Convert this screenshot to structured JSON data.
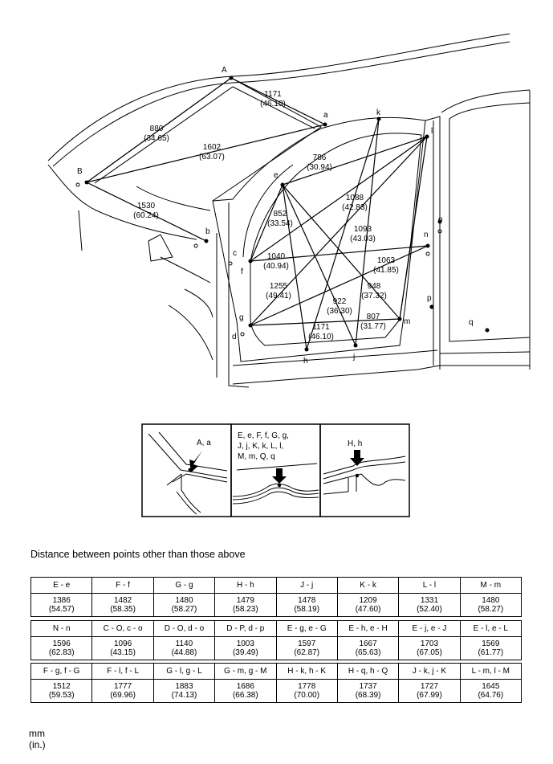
{
  "point_labels": {
    "A": "A",
    "a": "a",
    "B": "B",
    "b": "b",
    "c": "c",
    "d": "d",
    "e": "e",
    "f": "f",
    "g": "g",
    "h": "h",
    "j": "j",
    "k": "k",
    "l": "l",
    "m": "m",
    "n": "n",
    "o": "o",
    "p": "p",
    "q": "q"
  },
  "dimensions": [
    {
      "mm": "1171",
      "in": "(46.10)"
    },
    {
      "mm": "880",
      "in": "(34.65)"
    },
    {
      "mm": "1602",
      "in": "(63.07)"
    },
    {
      "mm": "1530",
      "in": "(60.24)"
    },
    {
      "mm": "786",
      "in": "(30.94)"
    },
    {
      "mm": "1088",
      "in": "(42.83)"
    },
    {
      "mm": "852",
      "in": "(33.54)"
    },
    {
      "mm": "1093",
      "in": "(43.03)"
    },
    {
      "mm": "1040",
      "in": "(40.94)"
    },
    {
      "mm": "1063",
      "in": "(41.85)"
    },
    {
      "mm": "1255",
      "in": "(49.41)"
    },
    {
      "mm": "948",
      "in": "(37.32)"
    },
    {
      "mm": "922",
      "in": "(36.30)"
    },
    {
      "mm": "807",
      "in": "(31.77)"
    },
    {
      "mm": "1171",
      "in": "(46.10)"
    }
  ],
  "detail_boxes": [
    {
      "label": "A, a"
    },
    {
      "label_lines": [
        "E, e, F, f, G, g,",
        "J, j, K, k, L, l,",
        "M, m, Q, q"
      ]
    },
    {
      "label": "H, h"
    }
  ],
  "subtitle": "Distance between points other than those above",
  "table_rows": [
    {
      "headers": [
        "E - e",
        "F - f",
        "G - g",
        "H - h",
        "J - j",
        "K - k",
        "L - l",
        "M - m"
      ],
      "mm": [
        "1386",
        "1482",
        "1480",
        "1479",
        "1478",
        "1209",
        "1331",
        "1480"
      ],
      "in": [
        "(54.57)",
        "(58.35)",
        "(58.27)",
        "(58.23)",
        "(58.19)",
        "(47.60)",
        "(52.40)",
        "(58.27)"
      ]
    },
    {
      "headers": [
        "N - n",
        "C - O, c - o",
        "D - O, d - o",
        "D - P, d - p",
        "E - g, e - G",
        "E - h, e - H",
        "E - j, e - J",
        "E - l, e - L"
      ],
      "mm": [
        "1596",
        "1096",
        "1140",
        "1003",
        "1597",
        "1667",
        "1703",
        "1569"
      ],
      "in": [
        "(62.83)",
        "(43.15)",
        "(44.88)",
        "(39.49)",
        "(62.87)",
        "(65.63)",
        "(67.05)",
        "(61.77)"
      ]
    },
    {
      "headers": [
        "F - g, f - G",
        "F - l, f - L",
        "G - l, g - L",
        "G - m, g - M",
        "H - k, h - K",
        "H - q, h - Q",
        "J - k, j - K",
        "L - m, l - M"
      ],
      "mm": [
        "1512",
        "1777",
        "1883",
        "1686",
        "1778",
        "1737",
        "1727",
        "1645"
      ],
      "in": [
        "(59.53)",
        "(69.96)",
        "(74.13)",
        "(66.38)",
        "(70.00)",
        "(68.39)",
        "(67.99)",
        "(64.76)"
      ]
    }
  ],
  "units": {
    "mm": "mm",
    "in": "(in.)"
  }
}
